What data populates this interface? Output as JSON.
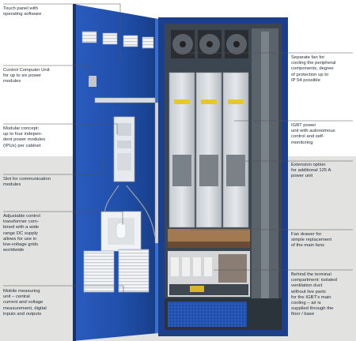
{
  "labels": {
    "touch_panel": "Touch panel with\noperating software",
    "control_computer": "Control Computer Unit\nfor up to six power\nmodules",
    "modular_concept": "Modular concept:\nup to four indepen-\ndent power modules\n(IPUs) per cabinet",
    "slot_communication": "Slot for communication\nmodules",
    "adjustable_transformer": "Adjustable control\ntransformer com-\nbined with a wide\nrange DC supply\nallows for use in\nlow-voltage grids\nworldwide",
    "mobile_measuring": "Mobile measuring\nunit – central\ncurrent and voltage\nmeasurement, digital\ninputs and outputs",
    "separate_fan": "Separate fan for\ncooling the peripheral\ncomponents, degree\nof protection up to\nIP 54 possible",
    "igbt_unit": "IGBT power\nunit with autonomous\ncontrol and self-\nmonitoring",
    "extension_option": "Extension option\nfor additional 125 A\npower unit",
    "fan_drawer": "Fan drawer for\nsimple replacement\nof the main fans",
    "terminal_compartment": "Behind the terminal\ncompartment: isolated\nventilation duct\nwithout live parts\nfor the IGBT's main\ncooling – air is\nsupplied through the\nfloor / base"
  },
  "colors": {
    "door_blue": "#1f4ea8",
    "cabinet_frame": "#1c3f8c",
    "background_band": "#e2e2e0",
    "leader_line": "#555555"
  }
}
